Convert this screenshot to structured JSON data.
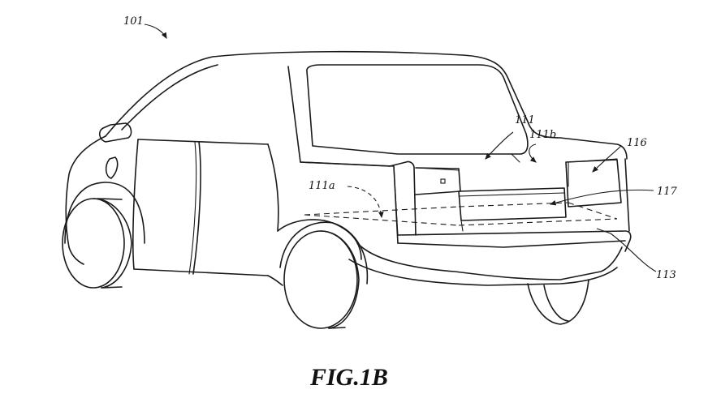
{
  "figure": {
    "caption": "FIG.1B",
    "labels": {
      "l101": "101",
      "l111": "111",
      "l111a": "111a",
      "l111b": "111b",
      "l116": "116",
      "l117": "117",
      "l113": "113"
    }
  }
}
